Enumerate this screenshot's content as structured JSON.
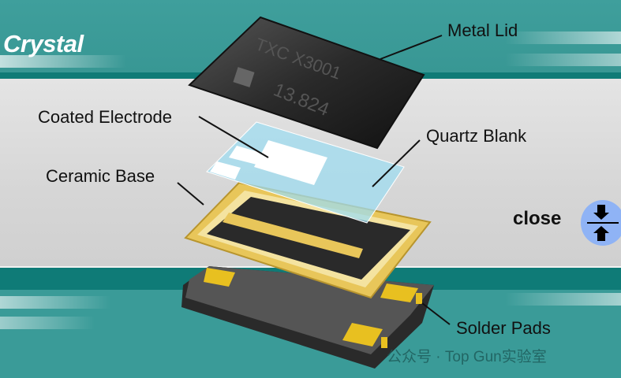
{
  "title": "Crystal",
  "labels": {
    "metal_lid": "Metal Lid",
    "coated_electrode": "Coated Electrode",
    "quartz_blank": "Quartz Blank",
    "ceramic_base": "Ceramic Base",
    "solder_pads": "Solder Pads"
  },
  "lid_marking": {
    "line1": "TXC  X3001",
    "line2": "13.824"
  },
  "close_button": {
    "label": "close",
    "icon": "compress-arrows-icon"
  },
  "watermark": "公众号 · Top Gun实验室",
  "colors": {
    "teal": "#3a9b98",
    "dark_teal": "#0f7b77",
    "gold": "#e8c65a",
    "button": "#8fb3f5"
  }
}
